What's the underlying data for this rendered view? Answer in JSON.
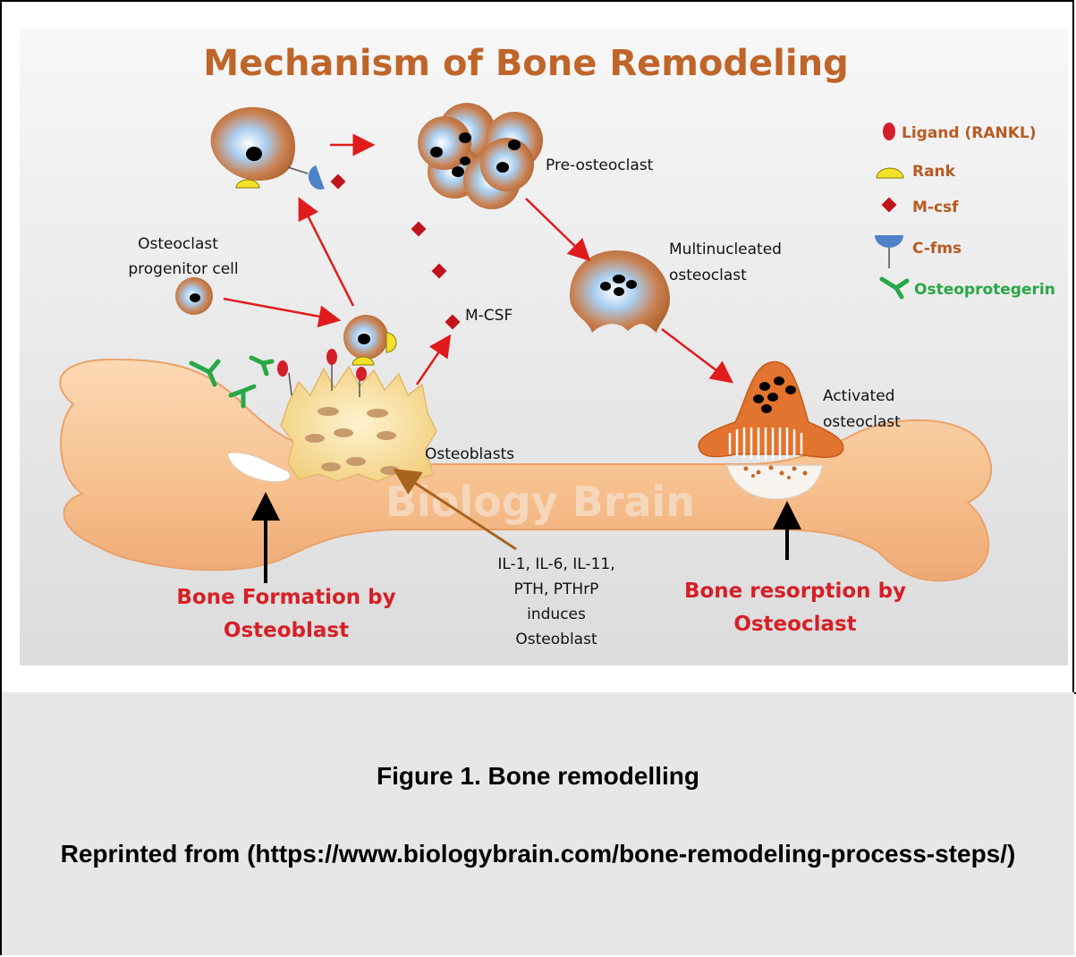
{
  "figure": {
    "title": "Mechanism of Bone Remodeling",
    "watermark": "Biology Brain",
    "labels": {
      "pre_osteoclast": "Pre-osteoclast",
      "progenitor_line1": "Osteoclast",
      "progenitor_line2": "progenitor cell",
      "multinucleated_line1": "Multinucleated",
      "multinucleated_line2": "osteoclast",
      "mcsf": "M-CSF",
      "activated_line1": "Activated",
      "activated_line2": "osteoclast",
      "osteoblasts": "Osteoblasts",
      "cytokines_line1": "IL-1, IL-6, IL-11,",
      "cytokines_line2": "PTH, PTHrP",
      "cytokines_line3": "induces",
      "cytokines_line4": "Osteoblast",
      "formation_line1": "Bone Formation by",
      "formation_line2": "Osteoblast",
      "resorption_line1": "Bone resorption by",
      "resorption_line2": "Osteoclast"
    },
    "legend": [
      {
        "icon": "ligand-icon",
        "label": "Ligand (RANKL)"
      },
      {
        "icon": "rank-icon",
        "label": "Rank"
      },
      {
        "icon": "mcsf-icon",
        "label": "M-csf"
      },
      {
        "icon": "cfms-icon",
        "label": "C-fms"
      },
      {
        "icon": "osteoprotegerin-icon",
        "label": "Osteoprotegerin"
      }
    ],
    "colors": {
      "title": "#c0652a",
      "arrow": "#e01b1b",
      "label_red": "#d61f26",
      "legend_text": "#b85a22",
      "osteoprotegerin": "#27a844",
      "bone": "#f6c08f",
      "cell": "#c0703a",
      "nucleus_ring": "#9ec6ec"
    }
  },
  "caption": {
    "title": "Figure 1. Bone remodelling",
    "source": "Reprinted from (https://www.biologybrain.com/bone-remodeling-process-steps/)"
  }
}
